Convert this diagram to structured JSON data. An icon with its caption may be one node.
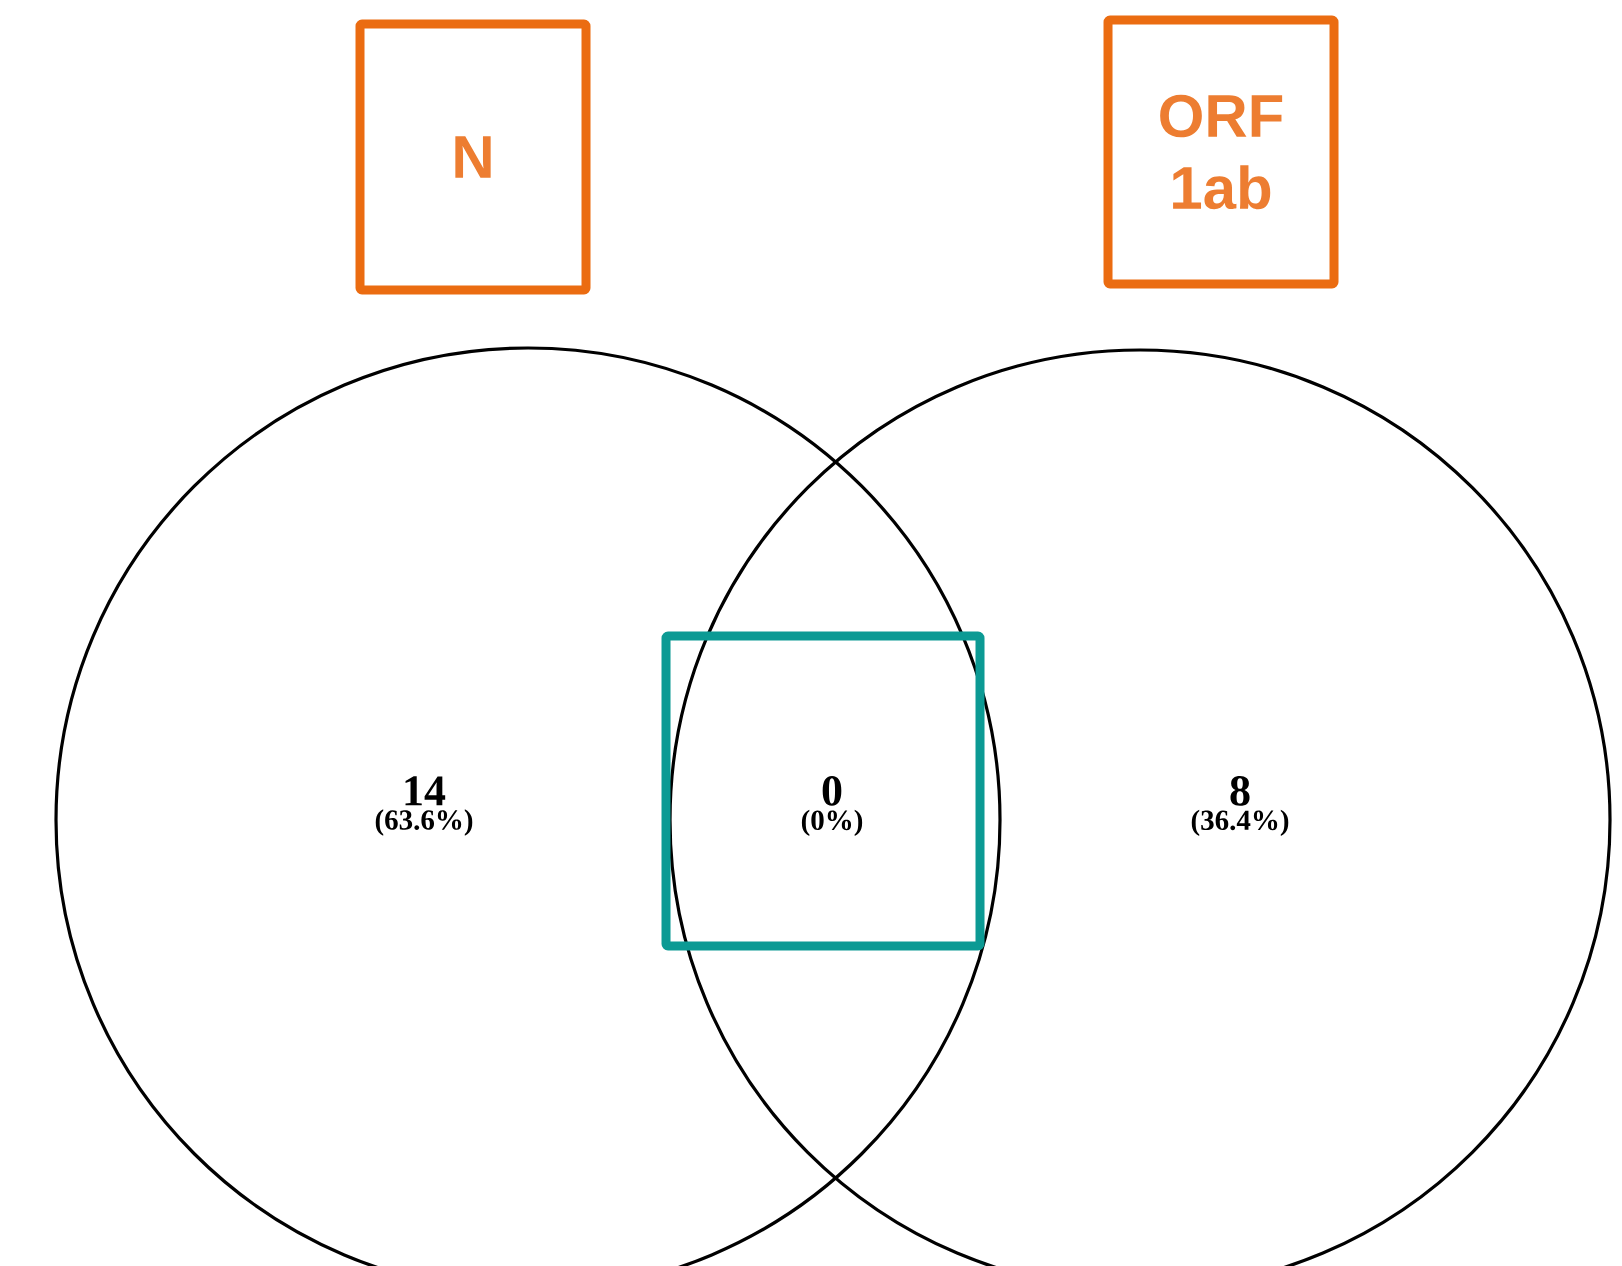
{
  "diagram": {
    "nodes": [
      {
        "text": [
          "N"
        ]
      },
      {
        "text": [
          "ORF 1ab"
        ]
      },
      {
        "text": [
          "14",
          "(63.6%)"
        ]
      },
      {
        "text": [
          "8",
          "(36.4%)"
        ]
      },
      {
        "text": [
          "0",
          "(0%)"
        ]
      }
    ]
  }
}
